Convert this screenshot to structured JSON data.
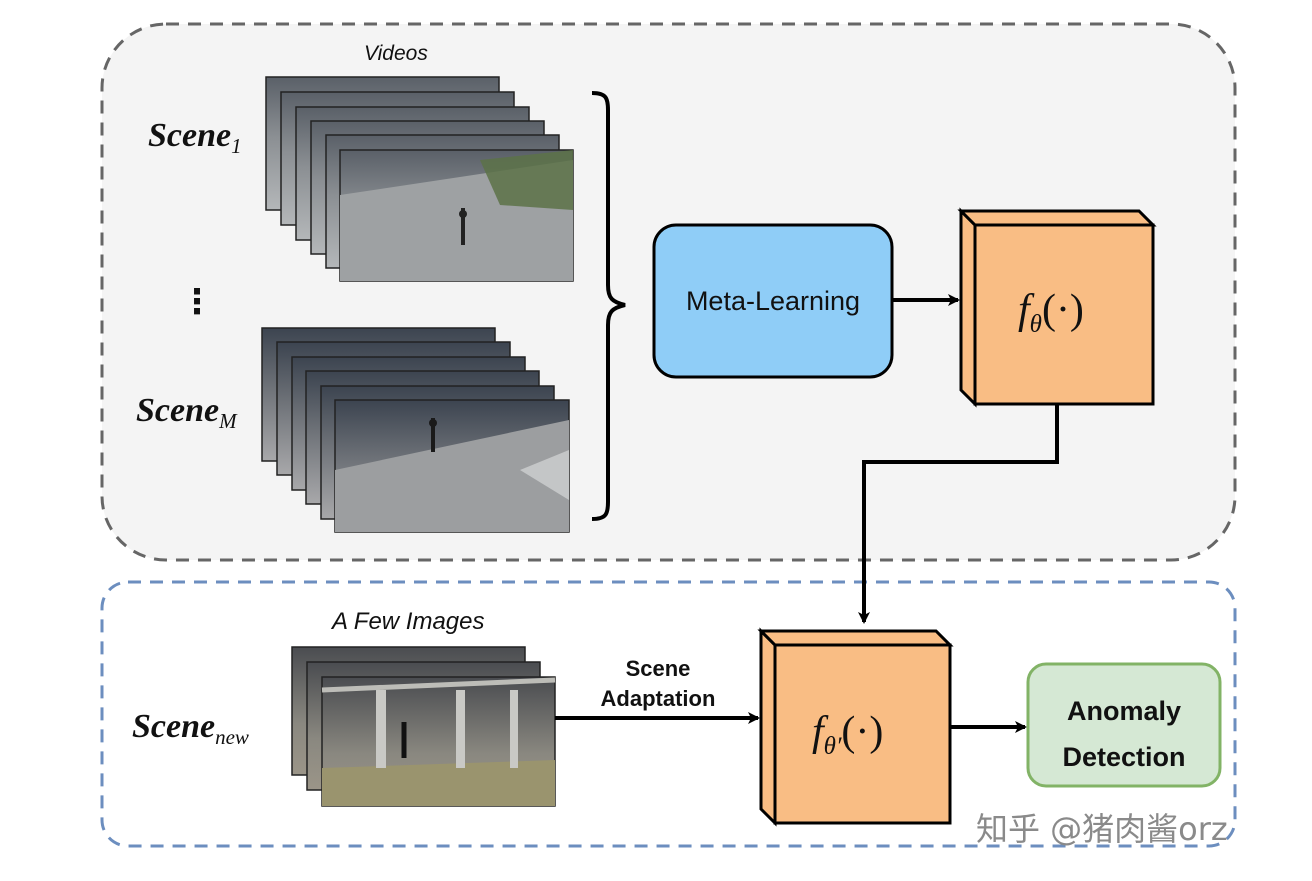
{
  "top_group": {
    "videos_caption": "Videos",
    "scene_1": {
      "base": "Scene",
      "sub": "1"
    },
    "ellipsis": "⋮",
    "scene_m": {
      "base": "Scene",
      "sub": "M"
    }
  },
  "meta_learning": {
    "label": "Meta-Learning"
  },
  "model_theta": {
    "f": "f",
    "sub": "θ",
    "args": "(·)"
  },
  "bottom_group": {
    "images_caption": "A Few Images",
    "scene_new": {
      "base": "Scene",
      "sub": "new"
    },
    "adaptation_line1": "Scene",
    "adaptation_line2": "Adaptation"
  },
  "model_theta_prime": {
    "f": "f",
    "sub": "θ′",
    "args": "(·)"
  },
  "anomaly": {
    "line1": "Anomaly",
    "line2": "Detection"
  },
  "watermark": "知乎 @猪肉酱orz",
  "colors": {
    "meta_learning_fill": "#8fcdf7",
    "cube_fill": "#f9bd84",
    "anomaly_fill": "#d5e8d4",
    "anomaly_border": "#82b366",
    "top_border": "#666666",
    "bottom_border": "#6c8ebf"
  }
}
